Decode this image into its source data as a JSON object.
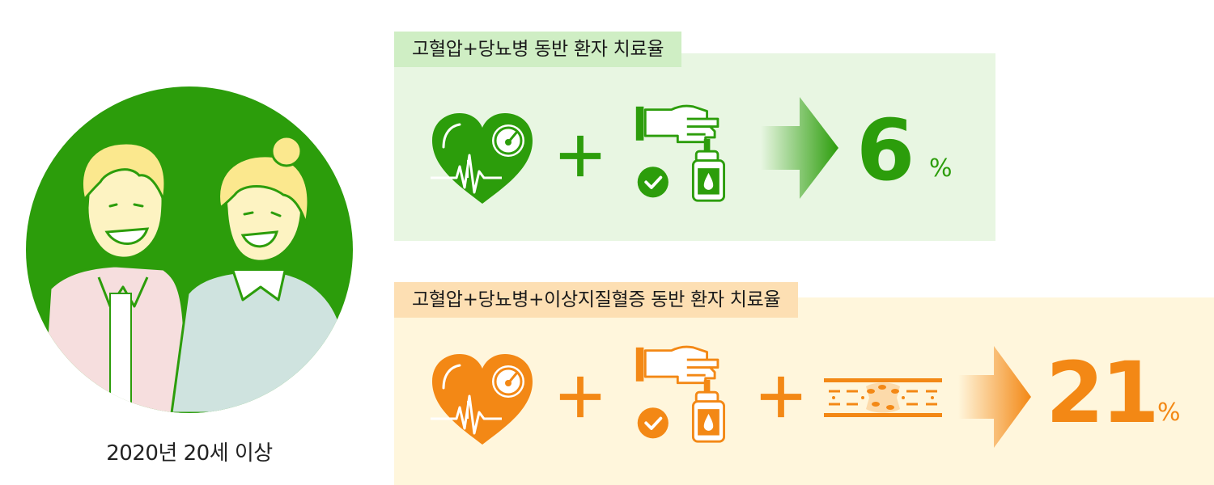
{
  "colors": {
    "green": "#2c9d0b",
    "green_bg": "#e8f6e2",
    "green_title_bg": "#cfeec4",
    "orange": "#f38815",
    "orange_bg": "#fff6dc",
    "orange_title_bg": "#fddfb3"
  },
  "people": {
    "caption": "2020년 20세 이상"
  },
  "panels": [
    {
      "title": "고혈압+당뇨병 동반 환자 치료율",
      "icons": [
        "heart-blood-pressure-icon",
        "plus-icon",
        "hand-medication-icon",
        "arrow-right-icon"
      ],
      "value": "6",
      "unit": "%"
    },
    {
      "title": "고혈압+당뇨병+이상지질혈증 동반 환자 치료율",
      "icons": [
        "heart-blood-pressure-icon",
        "plus-icon",
        "hand-medication-icon",
        "plus-icon",
        "blood-vessel-cholesterol-icon",
        "arrow-right-icon"
      ],
      "value": "21",
      "unit": "%"
    }
  ]
}
